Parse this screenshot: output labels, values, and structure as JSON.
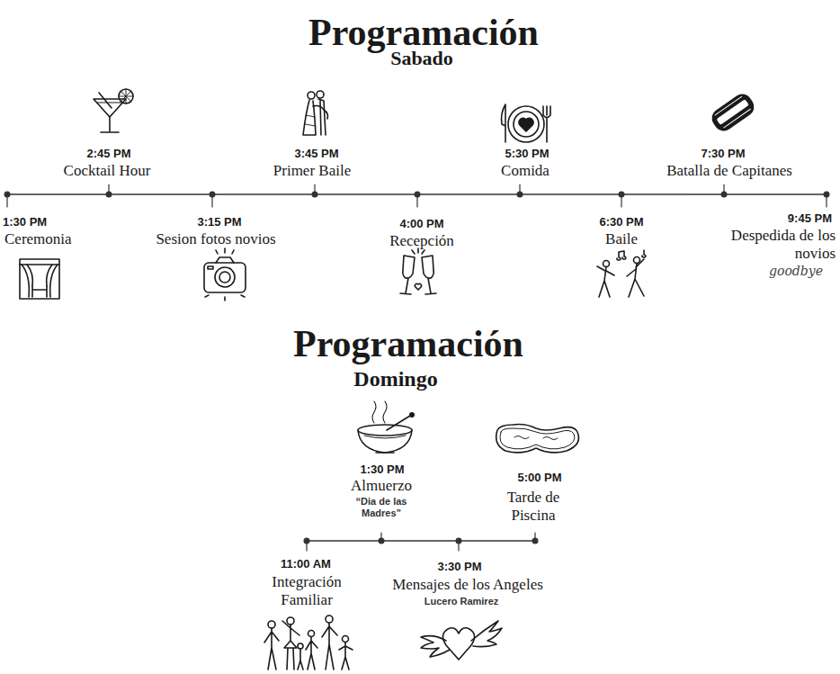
{
  "diagram": {
    "title": "Programación",
    "labels": [
      "Sabado",
      "1:30 PM",
      "Ceremonia",
      "2:45 PM",
      "Cocktail Hour",
      "3:15 PM",
      "Sesion fotos novios",
      "3:45 PM",
      "Primer Baile",
      "4:00 PM",
      "Recepción",
      "5:30 PM",
      "Comida",
      "6:30 PM",
      "Baile",
      "7:30 PM",
      "Batalla de Capitanes",
      "9:45 PM",
      "Despedida de los novios",
      "goodbye",
      "Programación",
      "Domingo",
      "11:00 AM",
      "Integración Familiar",
      "1:30 PM",
      "Almuerzo",
      "“Dia de las Madres”",
      "3:30 PM",
      "Mensajes de los Angeles",
      "Lucero Ramirez",
      "5:00 PM",
      "Tarde de Piscina"
    ]
  }
}
